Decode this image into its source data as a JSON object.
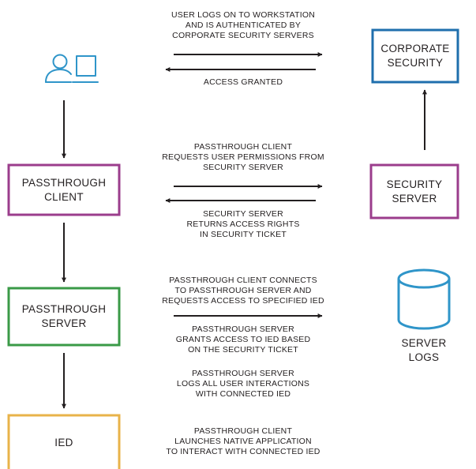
{
  "colors": {
    "corporate_security": "#1f6fad",
    "passthrough_client": "#9b3d8c",
    "security_server": "#9b3d8c",
    "passthrough_server": "#3a9a47",
    "ied": "#e8b34a",
    "server_logs": "#2f95c9",
    "workstation_icon": "#2f95c9",
    "arrow": "#231f20"
  },
  "boxes": {
    "corporate_security": {
      "line1": "CORPORATE",
      "line2": "SECURITY"
    },
    "passthrough_client": {
      "line1": "PASSTHROUGH",
      "line2": "CLIENT"
    },
    "security_server": {
      "line1": "SECURITY",
      "line2": "SERVER"
    },
    "passthrough_server": {
      "line1": "PASSTHROUGH",
      "line2": "SERVER"
    },
    "ied": {
      "line1": "IED"
    },
    "server_logs": {
      "line1": "SERVER",
      "line2": "LOGS"
    }
  },
  "icons": {
    "workstation": "user-workstation-icon",
    "server_logs": "database-cylinder-icon"
  },
  "messages": {
    "logon": {
      "line1": "USER LOGS ON TO WORKSTATION",
      "line2": "AND IS AUTHENTICATED BY",
      "line3": "CORPORATE SECURITY SERVERS"
    },
    "access_granted": {
      "line1": "ACCESS GRANTED"
    },
    "request_permissions": {
      "line1": "PASSTHROUGH CLIENT",
      "line2": "REQUESTS USER PERMISSIONS FROM",
      "line3": "SECURITY SERVER"
    },
    "returns_rights": {
      "line1": "SECURITY SERVER",
      "line2": "RETURNS ACCESS RIGHTS",
      "line3": "IN SECURITY TICKET"
    },
    "connects": {
      "line1": "PASSTHROUGH CLIENT CONNECTS",
      "line2": "TO PASSTHROUGH SERVER AND",
      "line3": "REQUESTS ACCESS TO SPECIFIED IED"
    },
    "grants": {
      "line1": "PASSTHROUGH SERVER",
      "line2": "GRANTS ACCESS TO IED BASED",
      "line3": "ON THE SECURITY TICKET"
    },
    "logs": {
      "line1": "PASSTHROUGH SERVER",
      "line2": "LOGS ALL USER INTERACTIONS",
      "line3": "WITH CONNECTED IED"
    },
    "launches": {
      "line1": "PASSTHROUGH CLIENT",
      "line2": "LAUNCHES NATIVE APPLICATION",
      "line3": "TO INTERACT WITH CONNECTED IED"
    }
  }
}
